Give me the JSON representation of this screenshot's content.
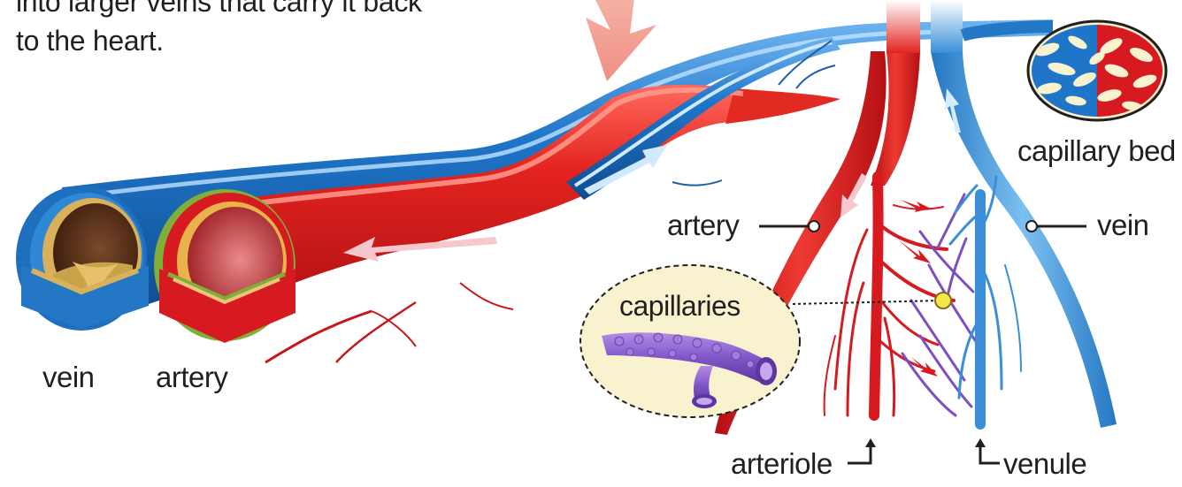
{
  "intro_text": {
    "line1": "into larger veins that carry it back",
    "line2": "to the heart."
  },
  "labels": {
    "vein_left": "vein",
    "artery_left": "artery",
    "artery_right": "artery",
    "vein_right": "vein",
    "capillary_bed": "capillary bed",
    "capillaries": "capillaries",
    "arteriole": "arteriole",
    "venule": "venule"
  },
  "colors": {
    "artery_red": "#d71920",
    "vein_blue": "#1f75c8",
    "capillary_purple": "#7d4fc0",
    "inset_fill": "#f8f2cf",
    "arrow_pink": "#f3a59a"
  }
}
